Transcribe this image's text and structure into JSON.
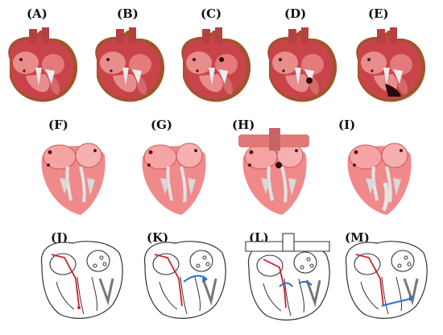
{
  "panels": {
    "a": "(A)",
    "b": "(B)",
    "c": "(C)",
    "d": "(D)",
    "e": "(E)",
    "f": "(F)",
    "g": "(G)",
    "h": "(H)",
    "i": "(I)",
    "j": "(J)",
    "k": "(K)",
    "l": "(L)",
    "m": "(M)"
  },
  "colors": {
    "myocardium": "#c9444a",
    "myocardium_dark": "#8e2a2e",
    "outer_wall": "#a4522e",
    "chamber": "#e88c8c",
    "valve_pale": "#ececec",
    "schematic_line": "#333333",
    "red_path": "#d21e2a",
    "blue_path": "#2a6fd6"
  },
  "icons": {
    "realistic": "heart-cross-section-icon",
    "simplified": "heart-cutaway-icon",
    "schematic": "heart-schematic-icon"
  }
}
